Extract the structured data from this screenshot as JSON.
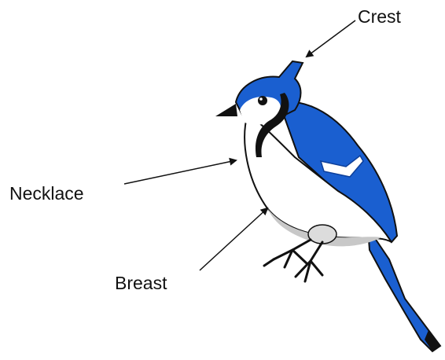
{
  "labels": {
    "crest": "Crest",
    "necklace": "Necklace",
    "breast": "Breast"
  },
  "colors": {
    "plumage_blue": "#1a5fd0",
    "plumage_blue_dark": "#0d3f9a",
    "body_white": "#ffffff",
    "shadow_gray": "#c8c8c8",
    "outline": "#111111",
    "arrow": "#111111"
  }
}
